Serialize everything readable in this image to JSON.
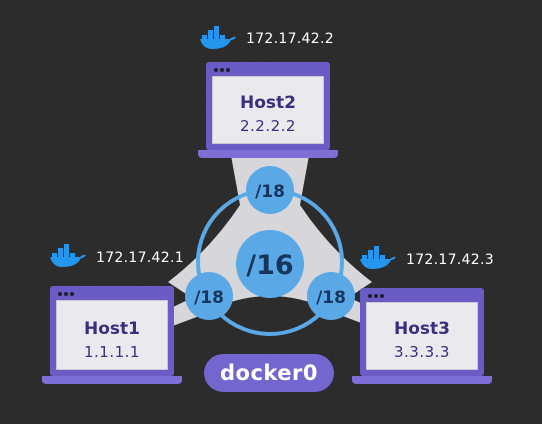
{
  "hosts": {
    "host2": {
      "name": "Host2",
      "ip": "2.2.2.2",
      "container_ip": "172.17.42.2"
    },
    "host1": {
      "name": "Host1",
      "ip": "1.1.1.1",
      "container_ip": "172.17.42.1"
    },
    "host3": {
      "name": "Host3",
      "ip": "3.3.3.3",
      "container_ip": "172.17.42.3"
    }
  },
  "network": {
    "center_subnet": "/16",
    "subnet_top": "/18",
    "subnet_left": "/18",
    "subnet_right": "/18",
    "bridge_label": "docker0"
  },
  "colors": {
    "background": "#232323",
    "laptop_frame": "#6a5cc4",
    "host_text": "#3a2f7a",
    "circle_fill": "#5aa8e6",
    "circle_text": "#17365e",
    "hub_fill": "#d7d7db",
    "docker_blue": "#2496ed"
  }
}
